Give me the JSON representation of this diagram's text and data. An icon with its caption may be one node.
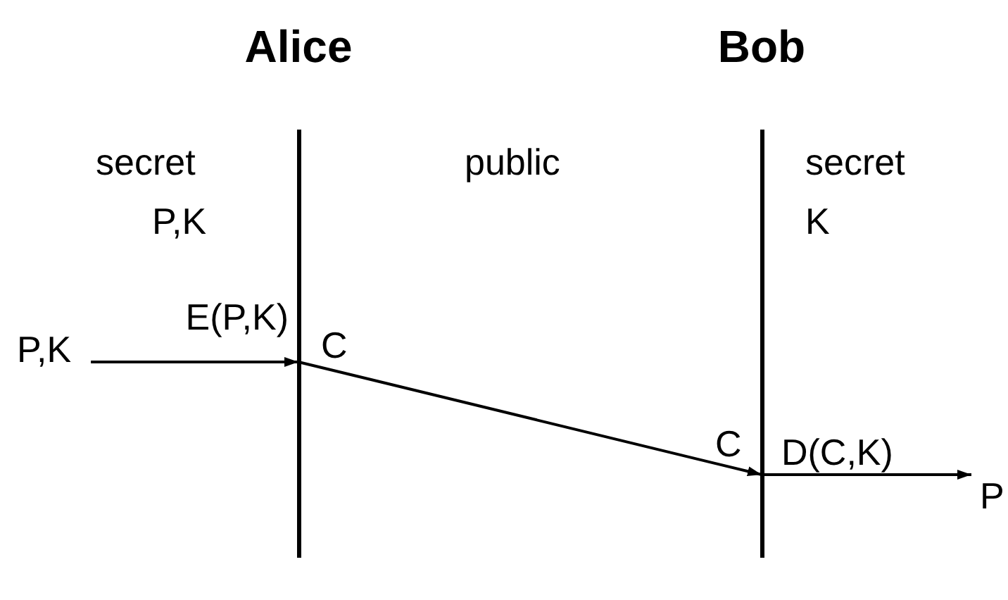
{
  "diagram": {
    "nodes": [
      {
        "text": [
          "P,K"
        ]
      },
      {
        "text": [
          "Alice"
        ]
      },
      {
        "text": [
          "Bob"
        ]
      },
      {
        "text": [
          "P"
        ]
      }
    ],
    "edges": [
      {
        "from": 0,
        "to": 1,
        "arrow": "to",
        "label": "E(P,K)"
      },
      {
        "from": 1,
        "to": 2,
        "arrow": "to"
      },
      {
        "from": 2,
        "to": 3,
        "arrow": "to",
        "label": "D(C,K)"
      }
    ],
    "labels": [
      "secret",
      "public",
      "secret",
      "P,K",
      "K",
      "C",
      "C"
    ]
  }
}
